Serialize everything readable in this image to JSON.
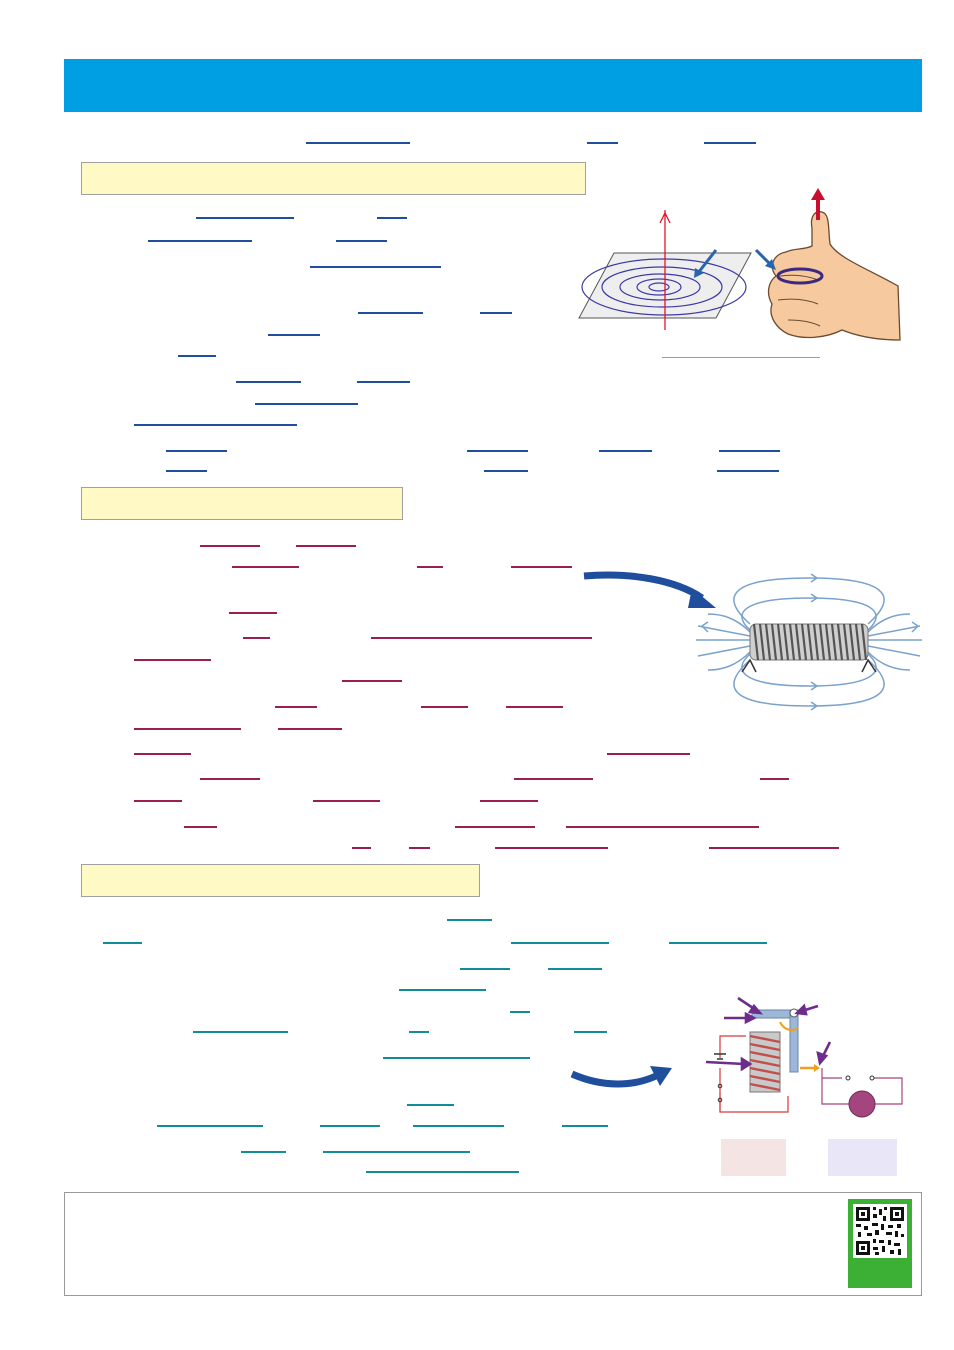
{
  "header": {
    "title": ""
  },
  "sections": [
    {
      "title": ""
    },
    {
      "title": ""
    },
    {
      "title": ""
    }
  ],
  "figures": {
    "wire_field": "magnetic-field-around-wire",
    "right_hand": "right-hand-grip-rule",
    "solenoid": "solenoid-field-lines",
    "relay": "electromagnetic-relay"
  },
  "relay_labels": {
    "left_box": "",
    "right_box": ""
  },
  "footer": {
    "text": "",
    "qr_label": ""
  },
  "colors": {
    "header": "#009fe3",
    "section_fill": "#fff9c6",
    "blank_section1": "#1f4e9c",
    "blank_section2": "#9a1e4f",
    "blank_section3": "#128c96",
    "qr_frame": "#3cb034",
    "relay_left_box": "#f5e4e4",
    "relay_right_box": "#e8e6f7"
  }
}
